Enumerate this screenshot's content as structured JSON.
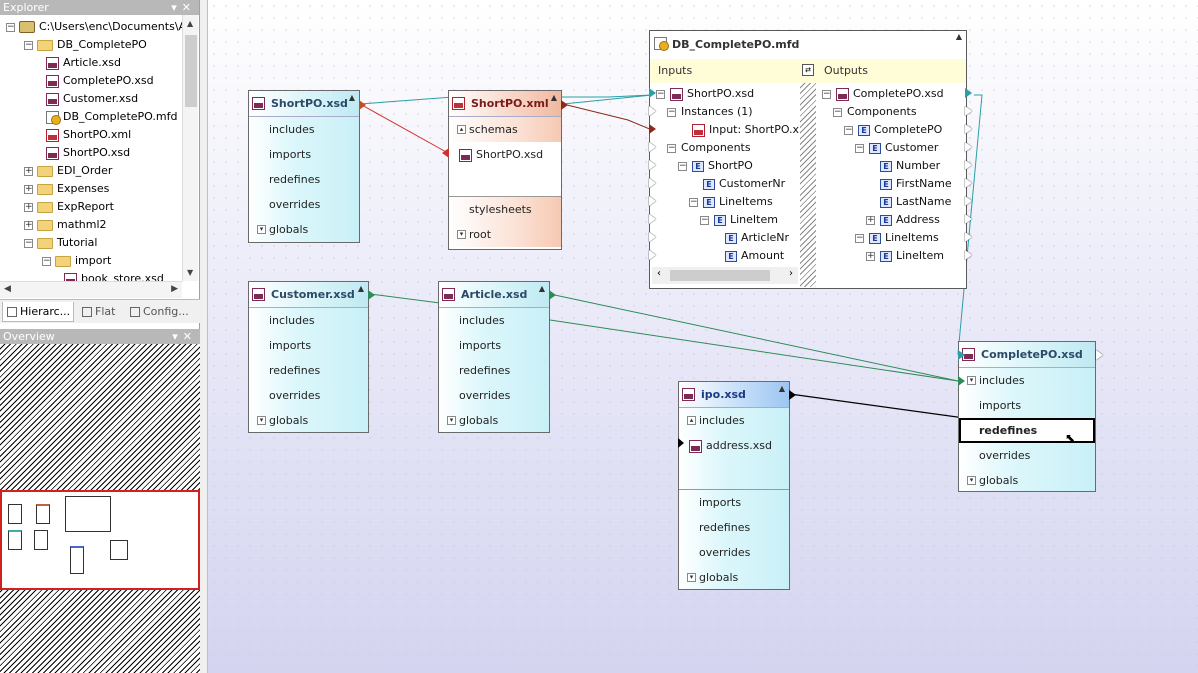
{
  "explorer": {
    "title": "Explorer",
    "tree": [
      {
        "label": "C:\\Users\\enc\\Documents\\Alto",
        "icon": "drive-icon",
        "exp": "−",
        "indent": 0
      },
      {
        "label": "DB_CompletePO",
        "icon": "folder-icon",
        "exp": "−",
        "indent": 1
      },
      {
        "label": "Article.xsd",
        "icon": "xsd-icon",
        "exp": "",
        "indent": 2
      },
      {
        "label": "CompletePO.xsd",
        "icon": "xsd-icon",
        "exp": "",
        "indent": 2
      },
      {
        "label": "Customer.xsd",
        "icon": "xsd-icon",
        "exp": "",
        "indent": 2
      },
      {
        "label": "DB_CompletePO.mfd",
        "icon": "mfd-icon",
        "exp": "",
        "indent": 2
      },
      {
        "label": "ShortPO.xml",
        "icon": "xml-icon",
        "exp": "",
        "indent": 2
      },
      {
        "label": "ShortPO.xsd",
        "icon": "xsd-icon",
        "exp": "",
        "indent": 2
      },
      {
        "label": "EDI_Order",
        "icon": "folder-icon",
        "exp": "+",
        "indent": 1
      },
      {
        "label": "Expenses",
        "icon": "folder-icon",
        "exp": "+",
        "indent": 1
      },
      {
        "label": "ExpReport",
        "icon": "folder-icon",
        "exp": "+",
        "indent": 1
      },
      {
        "label": "mathml2",
        "icon": "folder-icon",
        "exp": "+",
        "indent": 1
      },
      {
        "label": "Tutorial",
        "icon": "folder-icon",
        "exp": "−",
        "indent": 1
      },
      {
        "label": "import",
        "icon": "folder-icon",
        "exp": "−",
        "indent": 2
      },
      {
        "label": "book_store.xsd",
        "icon": "xsd-icon",
        "exp": "",
        "indent": 3
      }
    ],
    "tabs": [
      "Hierarc...",
      "Flat",
      "Config..."
    ]
  },
  "overview": {
    "title": "Overview"
  },
  "components": {
    "shortpo_xsd": {
      "title": "ShortPO.xsd",
      "rows": [
        "includes",
        "imports",
        "redefines",
        "overrides",
        "globals"
      ]
    },
    "shortpo_xml": {
      "title": "ShortPO.xml",
      "schemas": "schemas",
      "schema_file": "ShortPO.xsd",
      "stylesheets": "stylesheets",
      "root": "root"
    },
    "customer_xsd": {
      "title": "Customer.xsd",
      "rows": [
        "includes",
        "imports",
        "redefines",
        "overrides",
        "globals"
      ]
    },
    "article_xsd": {
      "title": "Article.xsd",
      "rows": [
        "includes",
        "imports",
        "redefines",
        "overrides",
        "globals"
      ]
    },
    "ipo_xsd": {
      "title": "ipo.xsd",
      "includes": "includes",
      "include_file": "address.xsd",
      "rows": [
        "imports",
        "redefines",
        "overrides",
        "globals"
      ]
    },
    "completepo_xsd": {
      "title": "CompletePO.xsd",
      "rows": [
        "includes",
        "imports",
        "redefines",
        "overrides",
        "globals"
      ]
    },
    "mfd": {
      "title": "DB_CompletePO.mfd",
      "inputs_label": "Inputs",
      "outputs_label": "Outputs",
      "inputs": [
        {
          "label": "ShortPO.xsd",
          "type": "xsd",
          "exp": "−"
        },
        {
          "label": "Instances (1)",
          "type": "none",
          "exp": "−"
        },
        {
          "label": "Input: ShortPO.xml",
          "type": "xml",
          "exp": ""
        },
        {
          "label": "Components",
          "type": "none",
          "exp": "−"
        },
        {
          "label": "ShortPO",
          "type": "E",
          "exp": "−"
        },
        {
          "label": "CustomerNr",
          "type": "E",
          "exp": ""
        },
        {
          "label": "LineItems",
          "type": "E",
          "exp": "−"
        },
        {
          "label": "LineItem",
          "type": "E",
          "exp": "−"
        },
        {
          "label": "ArticleNr",
          "type": "E",
          "exp": ""
        },
        {
          "label": "Amount",
          "type": "E",
          "exp": ""
        }
      ],
      "outputs": [
        {
          "label": "CompletePO.xsd",
          "type": "xsd",
          "exp": "−"
        },
        {
          "label": "Components",
          "type": "none",
          "exp": "−"
        },
        {
          "label": "CompletePO",
          "type": "E",
          "exp": "−"
        },
        {
          "label": "Customer",
          "type": "E",
          "exp": "−"
        },
        {
          "label": "Number",
          "type": "E",
          "exp": ""
        },
        {
          "label": "FirstName",
          "type": "E",
          "exp": ""
        },
        {
          "label": "LastName",
          "type": "E",
          "exp": ""
        },
        {
          "label": "Address",
          "type": "E",
          "exp": "+"
        },
        {
          "label": "LineItems",
          "type": "E",
          "exp": "−"
        },
        {
          "label": "LineItem",
          "type": "E",
          "exp": "+"
        }
      ]
    }
  },
  "colors": {
    "teal_wire": "#2a9fa8",
    "red_wire": "#d03030",
    "dark_red_wire": "#8b2a1a",
    "green_wire": "#2e8b57",
    "black_wire": "#000000"
  }
}
